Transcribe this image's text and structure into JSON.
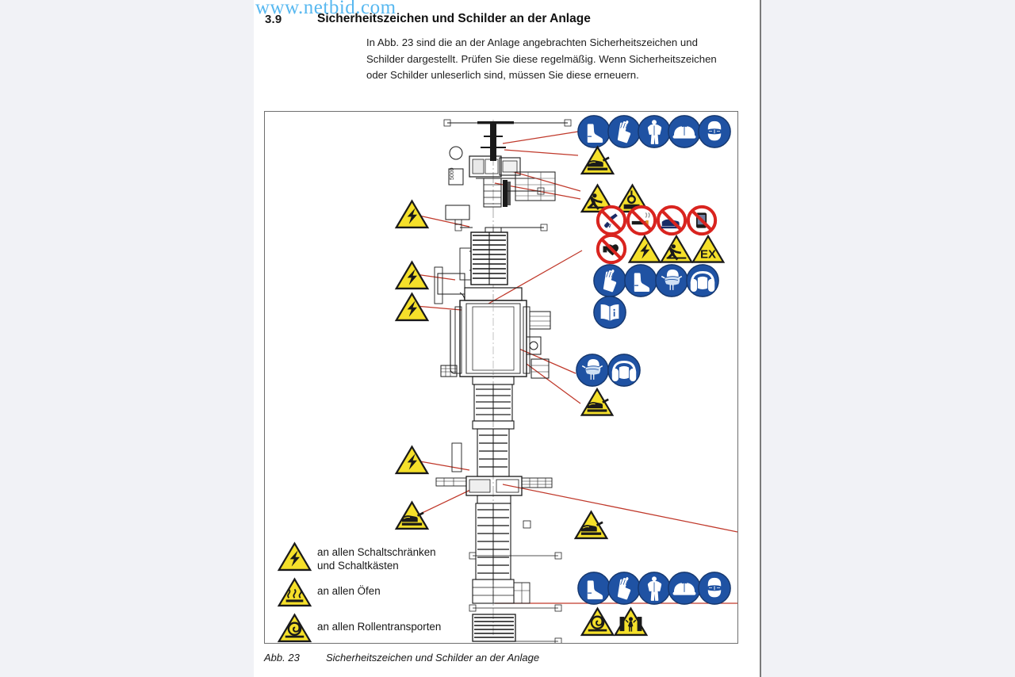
{
  "viewer": {
    "background_color": "#f1f2f6",
    "page_color": "#ffffff"
  },
  "watermark": {
    "text": "www.netbid.com",
    "color": "#4ab3ef"
  },
  "header": {
    "section_number": "3.9",
    "section_title": "Sicherheitszeichen und Schilder an der Anlage",
    "paragraph": "In Abb. 23 sind die an der Anlage angebrachten Sicherheitszeichen und Schilder dargestellt. Prüfen Sie diese regelmäßig. Wenn Sicherheitszeichen oder Schilder unleserlich sind, müssen Sie diese erneuern."
  },
  "figure": {
    "caption_number": "Abb. 23",
    "caption_text": "Sicherheitszeichen und Schilder an der Anlage",
    "border_color": "#6f6f6f",
    "leader_line_color": "#c0392b",
    "drawing_line_color": "#1a1a1a"
  },
  "colors": {
    "mandatory_blue": "#1f52a3",
    "mandatory_blue_dark": "#17407f",
    "warning_yellow": "#f5e02a",
    "warning_border": "#1a1a1a",
    "prohibition_red": "#d9241f",
    "leader_red": "#c0392b"
  },
  "sign_groups": [
    {
      "id": "group-top-ppe",
      "label": "Obere PPE-Gruppe",
      "signs": [
        {
          "name": "safety-boots-sign",
          "type": "mandatory",
          "title": "Schutzschuhe benutzen"
        },
        {
          "name": "safety-gloves-sign",
          "type": "mandatory",
          "title": "Schutzhandschuhe benutzen"
        },
        {
          "name": "protective-clothing-sign",
          "type": "mandatory",
          "title": "Schutzkleidung benutzen"
        },
        {
          "name": "safety-helmet-sign",
          "type": "mandatory",
          "title": "Kopfschutz benutzen"
        },
        {
          "name": "eye-protection-sign",
          "type": "mandatory",
          "title": "Augenschutz benutzen"
        }
      ]
    },
    {
      "id": "group-hand-crush-top",
      "label": "Handverletzung Warnung",
      "signs": [
        {
          "name": "hand-crush-warning-sign",
          "type": "warning",
          "title": "Warnung vor Handverletzungen"
        }
      ]
    },
    {
      "id": "group-warning-pair",
      "label": "Warnpaar",
      "signs": [
        {
          "name": "falling-load-warning-sign",
          "type": "warning",
          "title": "Warnung vor schwebender Last"
        },
        {
          "name": "suspended-load-warning-sign",
          "type": "warning",
          "title": "Warnung vor hängender Last"
        }
      ]
    },
    {
      "id": "group-prohibition-row",
      "label": "Verbotszeichen Reihe",
      "signs": [
        {
          "name": "no-uv-light-sign",
          "type": "prohibition",
          "title": "UV-Licht verboten"
        },
        {
          "name": "no-smoking-sign",
          "type": "prohibition",
          "title": "Rauchen verboten"
        },
        {
          "name": "no-reaching-in-sign",
          "type": "prohibition",
          "title": "Hineinfassen verboten"
        },
        {
          "name": "no-mobile-phone-sign",
          "type": "prohibition",
          "title": "Mobiltelefon verboten"
        }
      ]
    },
    {
      "id": "group-mixed-row",
      "label": "Gemischte Reihe",
      "signs": [
        {
          "name": "no-pacemaker-sign",
          "type": "prohibition",
          "title": "Kein Zutritt für Personen mit Herzschrittmacher"
        },
        {
          "name": "electrical-hazard-sign",
          "type": "warning",
          "title": "Warnung vor elektrischer Spannung"
        },
        {
          "name": "slip-hazard-sign",
          "type": "warning",
          "title": "Warnung vor Rutschgefahr"
        },
        {
          "name": "explosive-atmosphere-sign",
          "type": "warning",
          "label": "EX",
          "title": "Explosionsfähige Atmosphäre"
        }
      ]
    },
    {
      "id": "group-mandatory-row",
      "label": "Gebotszeichen Reihe",
      "signs": [
        {
          "name": "safety-gloves-sign",
          "type": "mandatory",
          "title": "Schutzhandschuhe benutzen"
        },
        {
          "name": "safety-boots-sign",
          "type": "mandatory",
          "title": "Schutzschuhe benutzen"
        },
        {
          "name": "face-mask-sign",
          "type": "mandatory",
          "title": "Atemschutz benutzen"
        },
        {
          "name": "ear-protection-sign",
          "type": "mandatory",
          "title": "Gehörschutz benutzen"
        }
      ]
    },
    {
      "id": "group-manual",
      "label": "Anleitung lesen",
      "signs": [
        {
          "name": "read-manual-sign",
          "type": "mandatory",
          "title": "Betriebsanleitung beachten"
        }
      ]
    },
    {
      "id": "group-mid-right",
      "label": "Mittlere rechte Gruppe",
      "signs": [
        {
          "name": "face-mask-sign",
          "type": "mandatory",
          "title": "Atemschutz benutzen"
        },
        {
          "name": "ear-protection-sign",
          "type": "mandatory",
          "title": "Gehörschutz benutzen"
        },
        {
          "name": "hand-crush-warning-sign",
          "type": "warning",
          "title": "Warnung vor Handverletzungen"
        }
      ]
    },
    {
      "id": "group-lower-left",
      "label": "Untere linke Warnungen",
      "signs": [
        {
          "name": "electrical-hazard-sign",
          "type": "warning",
          "title": "Warnung vor elektrischer Spannung"
        },
        {
          "name": "hand-crush-warning-sign",
          "type": "warning",
          "title": "Warnung vor Handverletzungen"
        }
      ]
    },
    {
      "id": "group-lower-mid",
      "label": "Untere mittlere Warnung",
      "signs": [
        {
          "name": "hand-crush-warning-sign",
          "type": "warning",
          "title": "Warnung vor Handverletzungen"
        }
      ]
    },
    {
      "id": "group-bottom-ppe",
      "label": "Untere PPE-Gruppe",
      "signs": [
        {
          "name": "safety-boots-sign",
          "type": "mandatory",
          "title": "Schutzschuhe benutzen"
        },
        {
          "name": "safety-gloves-sign",
          "type": "mandatory",
          "title": "Schutzhandschuhe benutzen"
        },
        {
          "name": "protective-clothing-sign",
          "type": "mandatory",
          "title": "Schutzkleidung benutzen"
        },
        {
          "name": "safety-helmet-sign",
          "type": "mandatory",
          "title": "Kopfschutz benutzen"
        },
        {
          "name": "eye-protection-sign",
          "type": "mandatory",
          "title": "Augenschutz benutzen"
        }
      ]
    },
    {
      "id": "group-bottom-warnings",
      "label": "Untere Warnungen",
      "signs": [
        {
          "name": "roller-entanglement-warning-sign",
          "type": "warning",
          "title": "Warnung vor Einzugsgefahr"
        },
        {
          "name": "crushing-warning-sign",
          "type": "warning",
          "title": "Warnung vor Quetschgefahr"
        }
      ]
    },
    {
      "id": "group-left-electrical",
      "label": "Linke Elektrowarnungen",
      "signs": [
        {
          "name": "electrical-hazard-sign",
          "type": "warning",
          "title": "Warnung vor elektrischer Spannung"
        },
        {
          "name": "electrical-hazard-sign",
          "type": "warning",
          "title": "Warnung vor elektrischer Spannung"
        },
        {
          "name": "electrical-hazard-sign",
          "type": "warning",
          "title": "Warnung vor elektrischer Spannung"
        }
      ]
    }
  ],
  "legend": {
    "items": [
      {
        "icon": "electrical-hazard-sign",
        "line1": "an allen Schaltschränken",
        "line2": "und Schaltkästen"
      },
      {
        "icon": "hot-surface-warning-sign",
        "line1": "an allen Öfen",
        "line2": ""
      },
      {
        "icon": "roller-entanglement-warning-sign",
        "line1": "an allen Rollentransporten",
        "line2": ""
      }
    ]
  }
}
